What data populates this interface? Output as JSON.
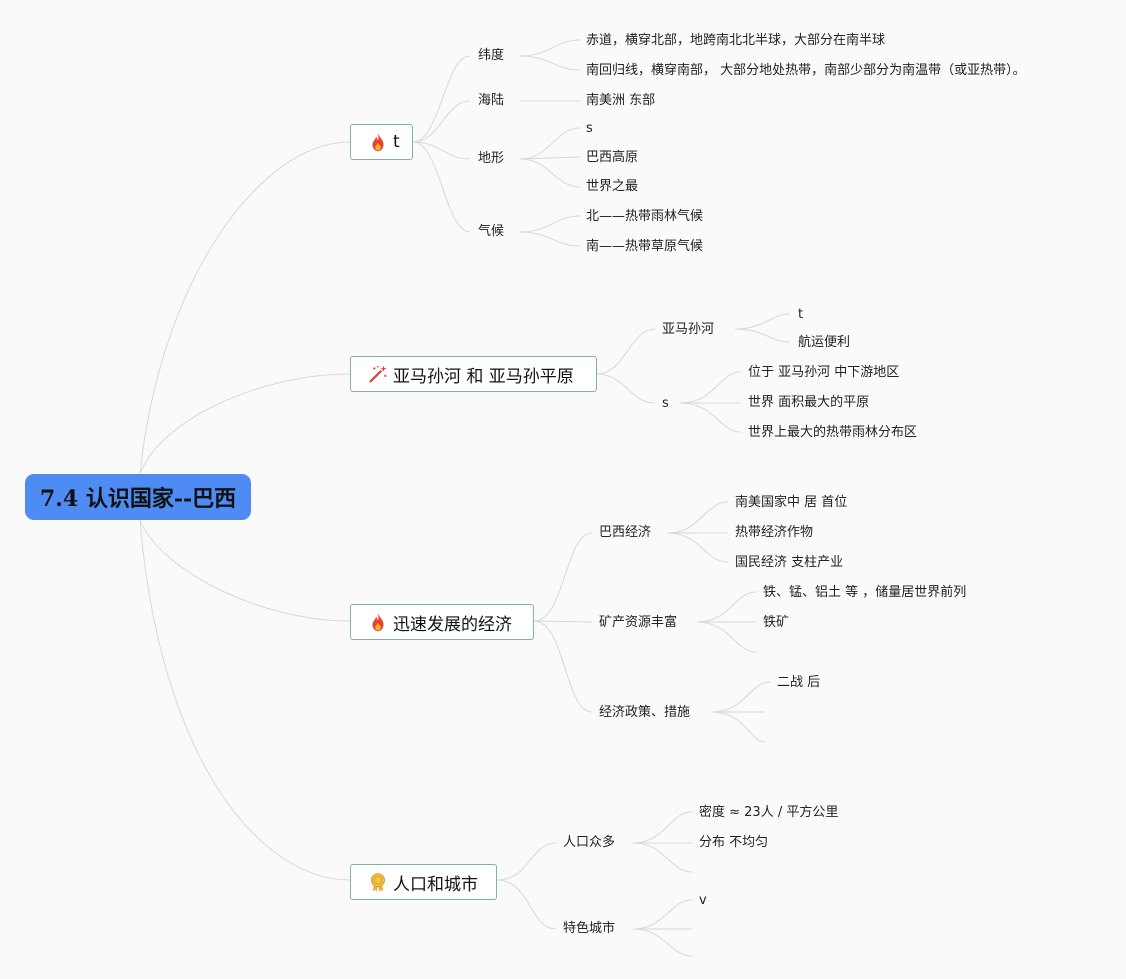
{
  "root": {
    "title": "7.4 认识国家--巴西"
  },
  "branches": [
    {
      "label": "t",
      "icon": "fire-icon",
      "children": [
        {
          "label": "纬度",
          "children": [
            "赤道，横穿北部，地跨南北北半球，大部分在南半球",
            "南回归线，横穿南部， 大部分地处热带，南部少部分为南温带（或亚热带）。"
          ]
        },
        {
          "label": "海陆",
          "children": [
            "南美洲 东部"
          ]
        },
        {
          "label": "地形",
          "children": [
            "s",
            "巴西高原",
            "世界之最"
          ]
        },
        {
          "label": "气候",
          "children": [
            "北——热带雨林气候",
            "南——热带草原气候"
          ]
        }
      ]
    },
    {
      "label": "亚马孙河 和 亚马孙平原",
      "icon": "magic-wand-icon",
      "children": [
        {
          "label": "亚马孙河",
          "children": [
            "t",
            "航运便利"
          ]
        },
        {
          "label": "s",
          "children": [
            "位于 亚马孙河 中下游地区",
            "世界 面积最大的平原",
            "世界上最大的热带雨林分布区"
          ]
        }
      ]
    },
    {
      "label": "迅速发展的经济",
      "icon": "fire-icon",
      "children": [
        {
          "label": "巴西经济",
          "children": [
            "南美国家中 居 首位",
            "热带经济作物",
            "国民经济 支柱产业"
          ]
        },
        {
          "label": "矿产资源丰富",
          "children": [
            "铁、锰、铝土 等 ，储量居世界前列",
            "铁矿",
            ""
          ]
        },
        {
          "label": "经济政策、措施",
          "children": [
            "二战 后",
            "",
            ""
          ]
        }
      ]
    },
    {
      "label": "人口和城市",
      "icon": "medal-icon",
      "children": [
        {
          "label": "人口众多",
          "children": [
            "密度 ≈ 23人 / 平方公里",
            "分布 不均匀",
            ""
          ]
        },
        {
          "label": "特色城市",
          "children": [
            "v",
            "",
            ""
          ]
        }
      ]
    }
  ]
}
